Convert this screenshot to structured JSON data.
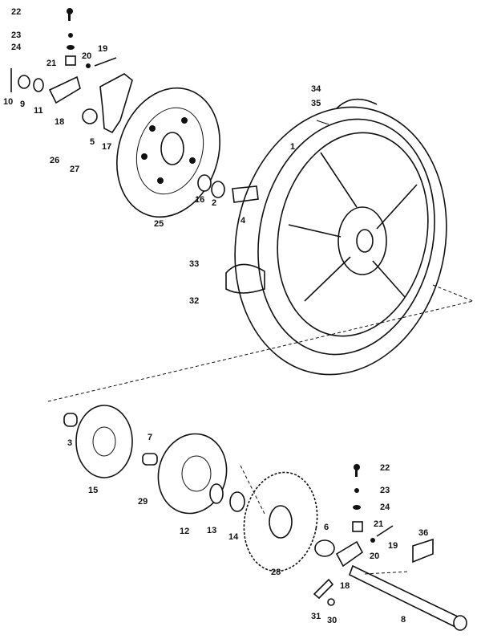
{
  "diagram": {
    "title": "Rear wheel exploded parts diagram",
    "labels": {
      "p22a": "22",
      "p23a": "23",
      "p24a": "24",
      "p21a": "21",
      "p20a": "20",
      "p19a": "19",
      "p10": "10",
      "p9": "9",
      "p11": "11",
      "p18a": "18",
      "p5": "5",
      "p17": "17",
      "p26": "26",
      "p27": "27",
      "p25": "25",
      "p16": "16",
      "p2": "2",
      "p4": "4",
      "p34": "34",
      "p35": "35",
      "p1": "1",
      "p33": "33",
      "p32": "32",
      "p3": "3",
      "p15": "15",
      "p7": "7",
      "p29": "29",
      "p12": "12",
      "p13": "13",
      "p14": "14",
      "p28": "28",
      "p6": "6",
      "p18b": "18",
      "p31": "31",
      "p30": "30",
      "p8": "8",
      "p22b": "22",
      "p23b": "23",
      "p24b": "24",
      "p21b": "21",
      "p19b": "19",
      "p20b": "20",
      "p36": "36"
    }
  }
}
